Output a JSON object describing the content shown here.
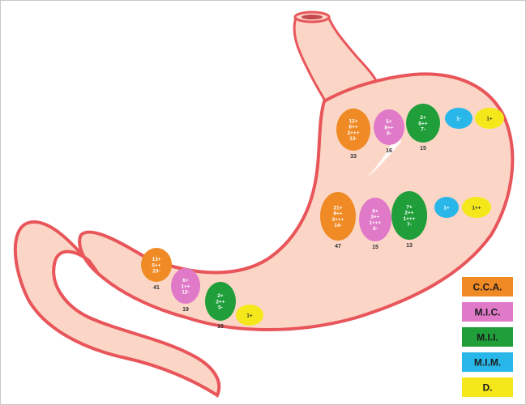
{
  "colors": {
    "cca": "#f08a24",
    "mic": "#e07ac8",
    "mii": "#1f9e3a",
    "mim": "#29b6e8",
    "d": "#f4e81a",
    "stomach_fill": "#fbd6c6",
    "stomach_outline": "#e8555a"
  },
  "legend": [
    {
      "key": "cca",
      "label": "C.C.A."
    },
    {
      "key": "mic",
      "label": "M.I.C."
    },
    {
      "key": "mii",
      "label": "M.I.I."
    },
    {
      "key": "mim",
      "label": "M.I.M."
    },
    {
      "key": "d",
      "label": "D."
    }
  ],
  "sites": [
    {
      "name": "upper",
      "bubbles": [
        {
          "type": "cca",
          "lines": [
            "12+",
            "6++",
            "2+++",
            "13-"
          ],
          "total": "33"
        },
        {
          "type": "mic",
          "lines": [
            "5+",
            "8++",
            "6-"
          ],
          "total": "16"
        },
        {
          "type": "mii",
          "lines": [
            "2+",
            "6++",
            "7-"
          ],
          "total": "15"
        },
        {
          "type": "mim",
          "lines": [
            "1-"
          ],
          "total": ""
        },
        {
          "type": "d",
          "lines": [
            "1+"
          ],
          "total": ""
        }
      ]
    },
    {
      "name": "middle",
      "bubbles": [
        {
          "type": "cca",
          "lines": [
            "21+",
            "9++",
            "3+++",
            "14-"
          ],
          "total": "47"
        },
        {
          "type": "mic",
          "lines": [
            "8+",
            "3++",
            "1+++",
            "6-"
          ],
          "total": "15"
        },
        {
          "type": "mii",
          "lines": [
            "7+",
            "2++",
            "1+++",
            "7-"
          ],
          "total": "13"
        },
        {
          "type": "mim",
          "lines": [
            "1+"
          ],
          "total": ""
        },
        {
          "type": "d",
          "lines": [
            "1++"
          ],
          "total": ""
        }
      ]
    },
    {
      "name": "lower",
      "bubbles": [
        {
          "type": "cca",
          "lines": [
            "13+",
            "5++",
            "23-"
          ],
          "total": "41"
        },
        {
          "type": "mic",
          "lines": [
            "6+",
            "1++",
            "12-"
          ],
          "total": "19"
        },
        {
          "type": "mii",
          "lines": [
            "2+",
            "2++",
            "5-"
          ],
          "total": "16"
        },
        {
          "type": "d",
          "lines": [
            "1+"
          ],
          "total": ""
        }
      ]
    }
  ]
}
